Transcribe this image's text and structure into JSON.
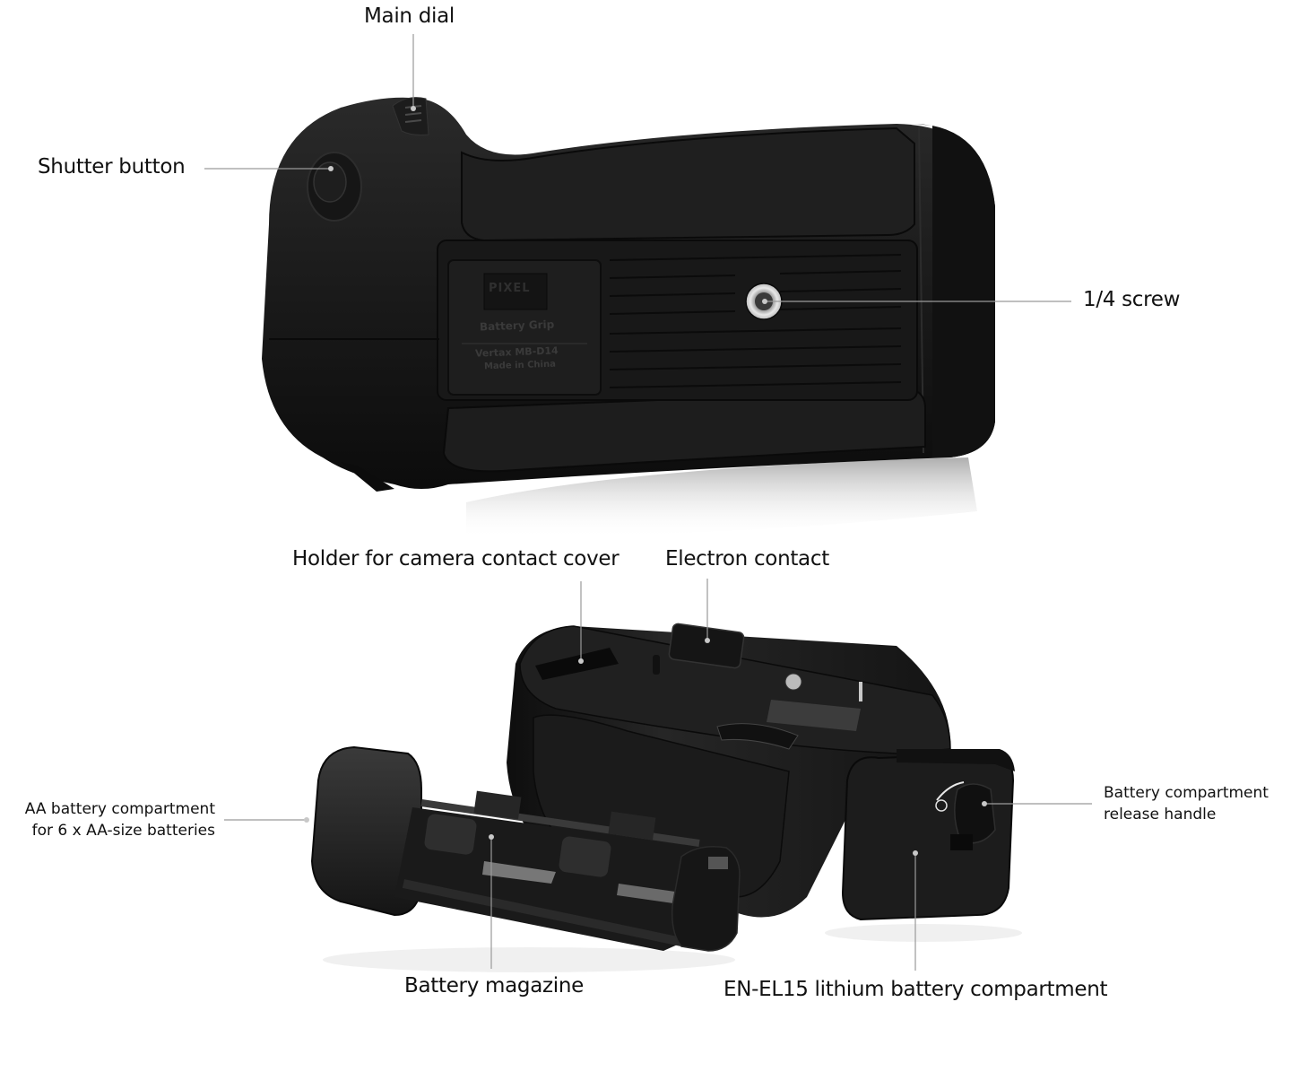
{
  "figure": {
    "subject": "Battery grip annotated product diagram",
    "background_color": "#ffffff",
    "leader_color": "#9a9a9a",
    "callout_dot_color": "#bdbdbd"
  },
  "top_view": {
    "engraving": {
      "brand_mark": "PIXEL",
      "line1": "Battery Grip",
      "line2": "Vertax MB-D14",
      "line3": "Made in China"
    },
    "labels": {
      "main_dial": "Main dial",
      "shutter_button": "Shutter button",
      "screw": "1/4 screw"
    }
  },
  "bottom_view": {
    "labels": {
      "contact_cover_holder": "Holder for camera contact cover",
      "electron_contact": "Electron contact",
      "aa_compartment_line1": "AA battery compartment",
      "aa_compartment_line2": "for 6 x AA-size batteries",
      "release_handle_line1": "Battery compartment",
      "release_handle_line2": "release handle",
      "battery_magazine": "Battery magazine",
      "enel15_compartment": "EN-EL15 lithium battery compartment"
    }
  }
}
